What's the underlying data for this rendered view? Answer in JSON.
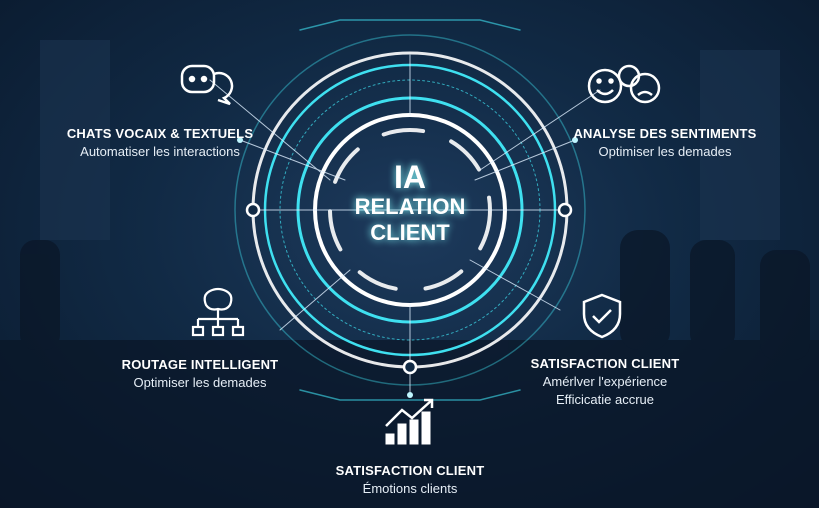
{
  "center": {
    "line1": "IA",
    "line2": "RELATION",
    "line3": "CLIENT"
  },
  "colors": {
    "accent": "#3fe0f0",
    "background": "#112a45",
    "text": "#ffffff"
  },
  "nodes": [
    {
      "title": "CHATS VOCAIX & TEXTUELS",
      "subtitle": "Automatiser les interactions",
      "icon": "chat-bot-icon"
    },
    {
      "title": "ANALYSE DES SENTIMENTS",
      "subtitle": "Optimiser les demades",
      "icon": "emotion-faces-icon"
    },
    {
      "title": "ROUTAGE INTELLIGENT",
      "subtitle": "Optimiser les demades",
      "icon": "brain-network-icon"
    },
    {
      "title": "SATISFACTION CLIENT",
      "subtitle": "Amérlver l'expérience",
      "subtitle2": "Efficicatie accrue",
      "icon": "shield-check-icon"
    },
    {
      "title": "SATISFACTION CLIENT",
      "subtitle": "Émotions clients",
      "icon": "growth-chart-icon"
    }
  ]
}
